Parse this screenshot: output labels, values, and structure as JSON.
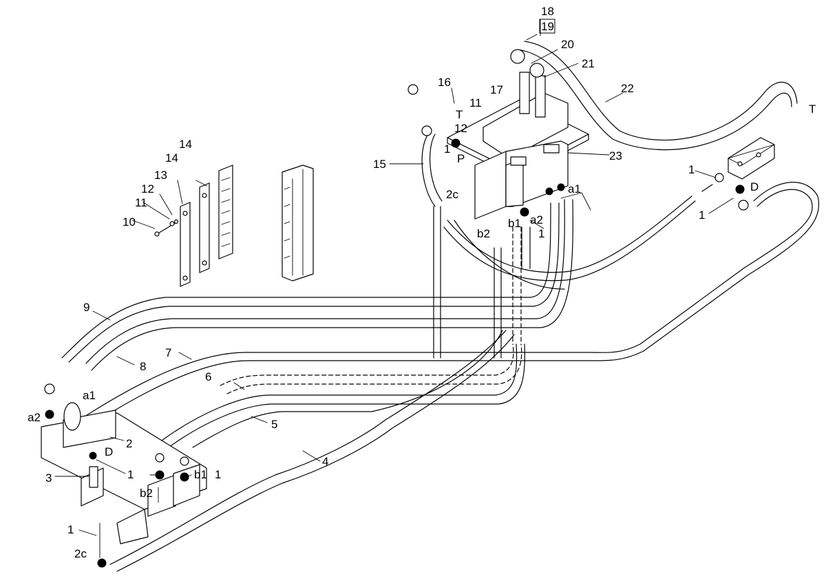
{
  "labels": {
    "n18": "18",
    "n19": "19",
    "n20": "20",
    "n21": "21",
    "n22": "22",
    "n23": "23",
    "n16": "16",
    "n17": "17",
    "n11_top": "11",
    "n12_top": "12",
    "t_top": "T",
    "t_right": "T",
    "n1_p": "1",
    "p_port": "P",
    "n15": "15",
    "n2c_top": "2c",
    "b2_top": "b2",
    "b1_top": "b1",
    "a2_top": "a2",
    "a1_top": "a1",
    "n1_top_mid": "1",
    "n1_right_a": "1",
    "n1_right_b": "1",
    "d_right": "D",
    "n14a": "14",
    "n14b": "14",
    "n13": "13",
    "n12_left": "12",
    "n11_left": "11",
    "n10": "10",
    "n9": "9",
    "n8": "8",
    "n7": "7",
    "n6": "6",
    "n5": "5",
    "n4": "4",
    "a1_bottom": "a1",
    "a2_bottom": "a2",
    "n2_bottom": "2",
    "d_bottom": "D",
    "n1_bottom_a": "1",
    "b1_bottom": "b1",
    "n1_bottom_b": "1",
    "n3": "3",
    "b2_bottom": "b2",
    "n1_bottom_c": "1",
    "n2c_bottom": "2c"
  }
}
